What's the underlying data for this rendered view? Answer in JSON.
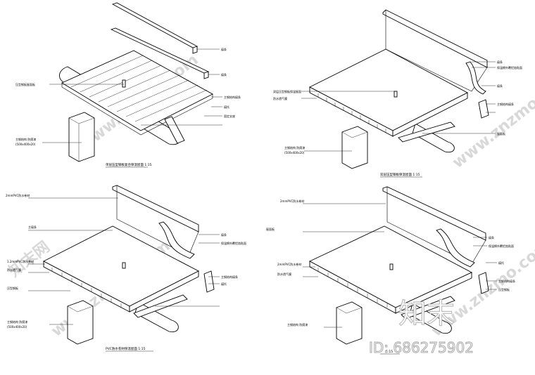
{
  "diagrams": [
    {
      "caption": "单层压型钢板复合保温屋面 1:15",
      "labels": [
        "檩条",
        "檩条",
        "压型钢板屋面板",
        "主钢结构檩条",
        "檩托",
        "固定支座",
        "主钢结构 防腐漆",
        "(500x400x20)"
      ]
    },
    {
      "caption": "双层压型钢板保温屋面 1:15",
      "labels": [
        "檩条",
        "保温棉外覆铝箔贴面",
        "檩条",
        "双层压型钢板保温屋面",
        "防水透气膜",
        "主钢结构檩条",
        "屋面板",
        "主钢结构 防腐漆",
        "(500x400x20)"
      ]
    },
    {
      "caption": "PVC防水卷材保温屋面 1:15",
      "labels": [
        "2mmPVC防水卷材",
        "檩条",
        "主檩条",
        "保温棉外覆铝箔贴面",
        "1.2mmPVC防水卷材",
        "防水透气膜",
        "主钢结构檩条",
        "檩托",
        "压型钢板",
        "主钢结构 防腐漆",
        "(500x400x20)"
      ]
    },
    {
      "caption": "1:15",
      "labels": [
        "2mmPVC防水卷材",
        "檩条",
        "屋面板",
        "保温棉外覆铝箔贴面",
        "2mmPVC防水卷材",
        "防水透气膜",
        "檩托",
        "主钢结构檩条",
        "压型钢板",
        "主钢结构 防腐漆"
      ]
    }
  ],
  "watermarks": {
    "site": "www.znzmo.com",
    "brand": "知末网",
    "stamp_name": "知末",
    "stamp_id": "ID: 686275902"
  },
  "colors": {
    "ink": "#000000",
    "watermark": "#d8d8d8"
  }
}
